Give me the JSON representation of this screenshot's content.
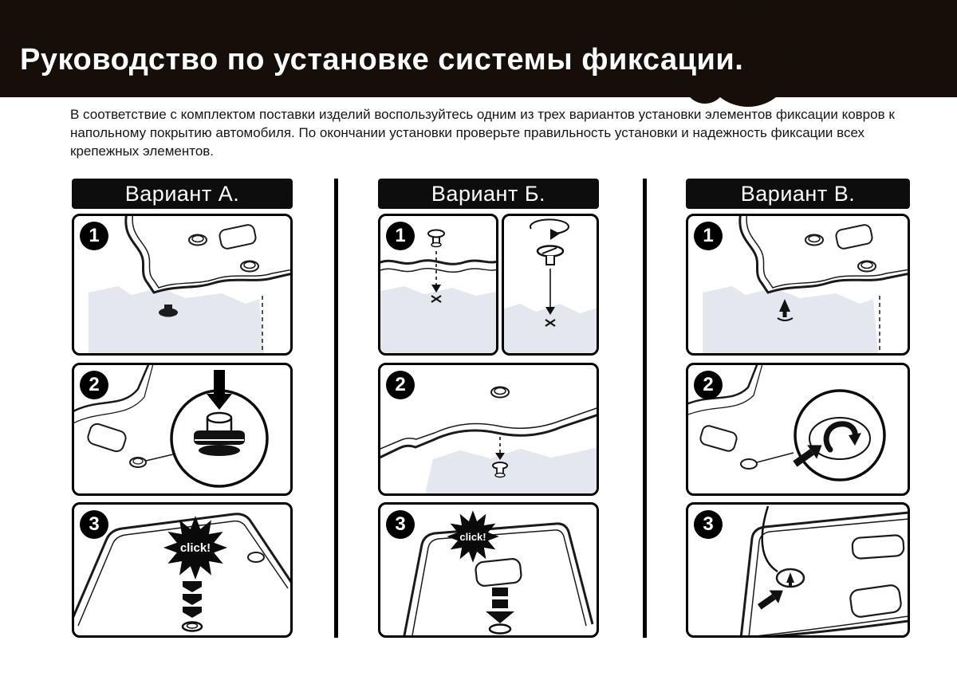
{
  "header": {
    "title": "Руководство по установке системы фиксации."
  },
  "intro": {
    "text": "В соответствие с комплектом поставки изделий воспользуйтесь одним из трех вариантов установки элементов фиксации ковров к напольному покрытию автомобиля. По окончании установки проверьте правильность установки и надежность фиксации всех крепежных элементов."
  },
  "variants": [
    {
      "label": "Вариант А.",
      "steps": [
        {
          "number": "1"
        },
        {
          "number": "2"
        },
        {
          "number": "3",
          "click": "click!"
        }
      ]
    },
    {
      "label": "Вариант Б.",
      "steps": [
        {
          "number": "1"
        },
        {
          "number": "2"
        },
        {
          "number": "3",
          "click": "click!"
        }
      ]
    },
    {
      "label": "Вариант В.",
      "steps": [
        {
          "number": "1"
        },
        {
          "number": "2"
        },
        {
          "number": "3"
        }
      ]
    }
  ],
  "colors": {
    "header_bg": "#150e09",
    "panel_border": "#000000",
    "carpet_fill": "#e4e7ee",
    "starburst": "#0a0a0a"
  }
}
